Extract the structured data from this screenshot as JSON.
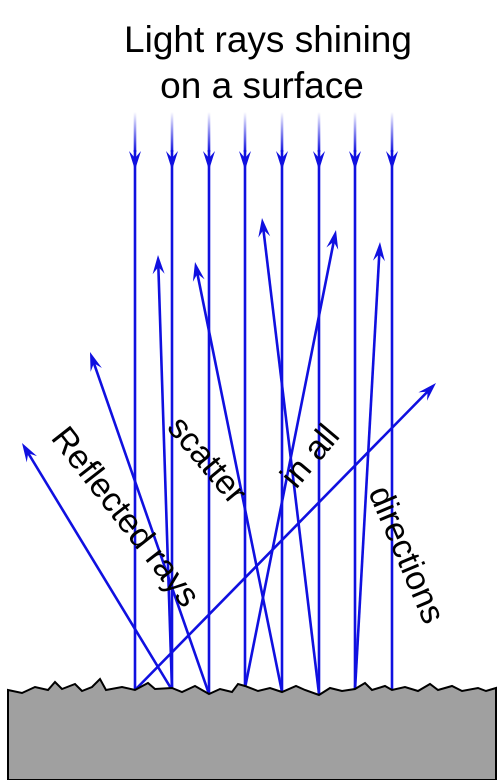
{
  "title": {
    "line1": "Light rays shining",
    "line2": "on a surface"
  },
  "labels": {
    "reflected": "Reflected rays",
    "scatter": "scatter",
    "in_all": "in all",
    "directions": "directions"
  },
  "colors": {
    "ray": "#1010e0",
    "surface_fill": "#a0a0a0",
    "surface_stroke": "#000000"
  }
}
